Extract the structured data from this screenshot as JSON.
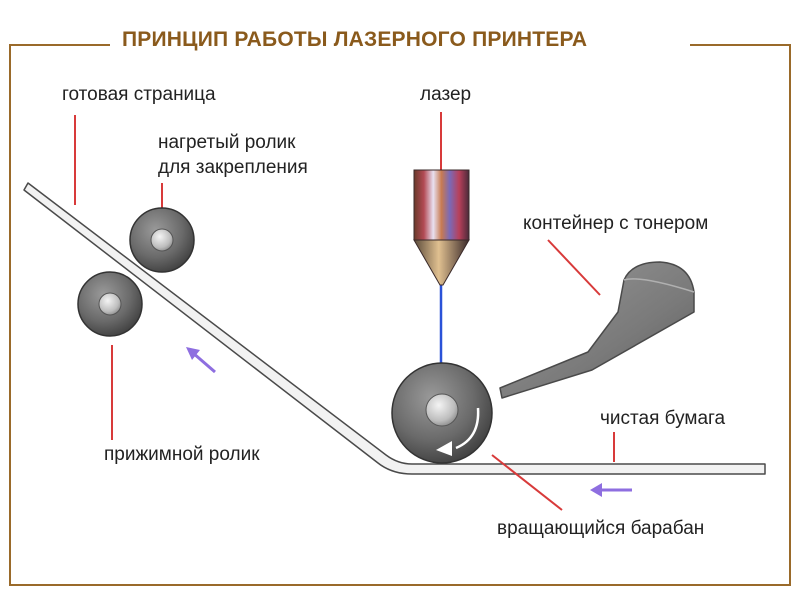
{
  "title": "ПРИНЦИП РАБОТЫ ЛАЗЕРНОГО ПРИНТЕРА",
  "labels": {
    "finished_page": "готовая страница",
    "fuser_roller_line1": "нагретый ролик",
    "fuser_roller_line2": "для закрепления",
    "laser": "лазер",
    "toner_container": "контейнер с тонером",
    "clean_paper": "чистая бумага",
    "pressure_roller": "прижимной ролик",
    "rotating_drum": "вращающийся барабан"
  },
  "colors": {
    "frame": "#9a6a2a",
    "title": "#8a5a1c",
    "pointer_line": "#d83a3a",
    "laser_beam": "#2a52d8",
    "arrow": "#8e6ee0",
    "roller": "#6d6d6d",
    "paper": "#f2f2f2"
  }
}
